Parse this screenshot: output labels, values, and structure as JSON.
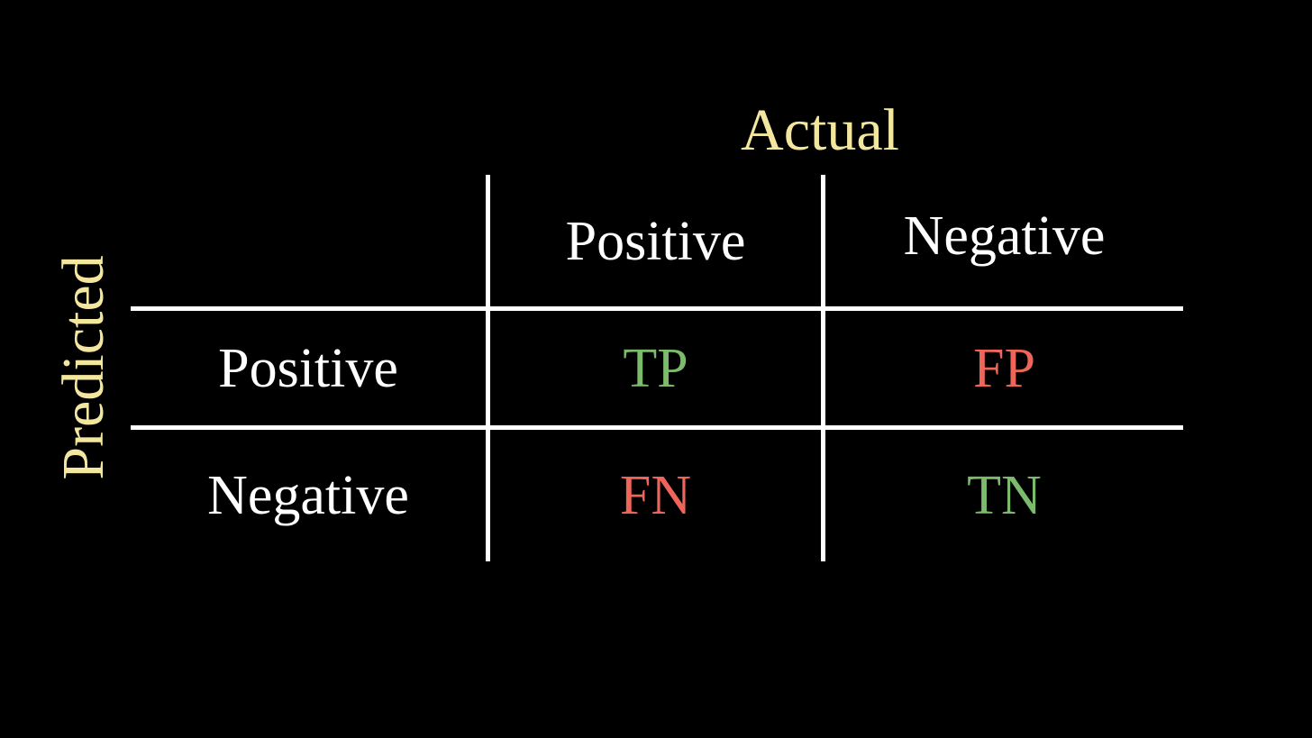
{
  "colors": {
    "background": "#000000",
    "axis_label": "#F3E79F",
    "header_text": "#FFFFFF",
    "grid_line": "#FFFFFF",
    "good_outcome": "#7CBB6C",
    "bad_outcome": "#F0655A"
  },
  "matrix": {
    "column_axis_label": "Actual",
    "row_axis_label": "Predicted",
    "column_headers": [
      "Positive",
      "Negative"
    ],
    "row_headers": [
      "Positive",
      "Negative"
    ],
    "cells": [
      [
        {
          "label": "TP",
          "tone": "good"
        },
        {
          "label": "FP",
          "tone": "bad"
        }
      ],
      [
        {
          "label": "FN",
          "tone": "bad"
        },
        {
          "label": "TN",
          "tone": "good"
        }
      ]
    ]
  }
}
